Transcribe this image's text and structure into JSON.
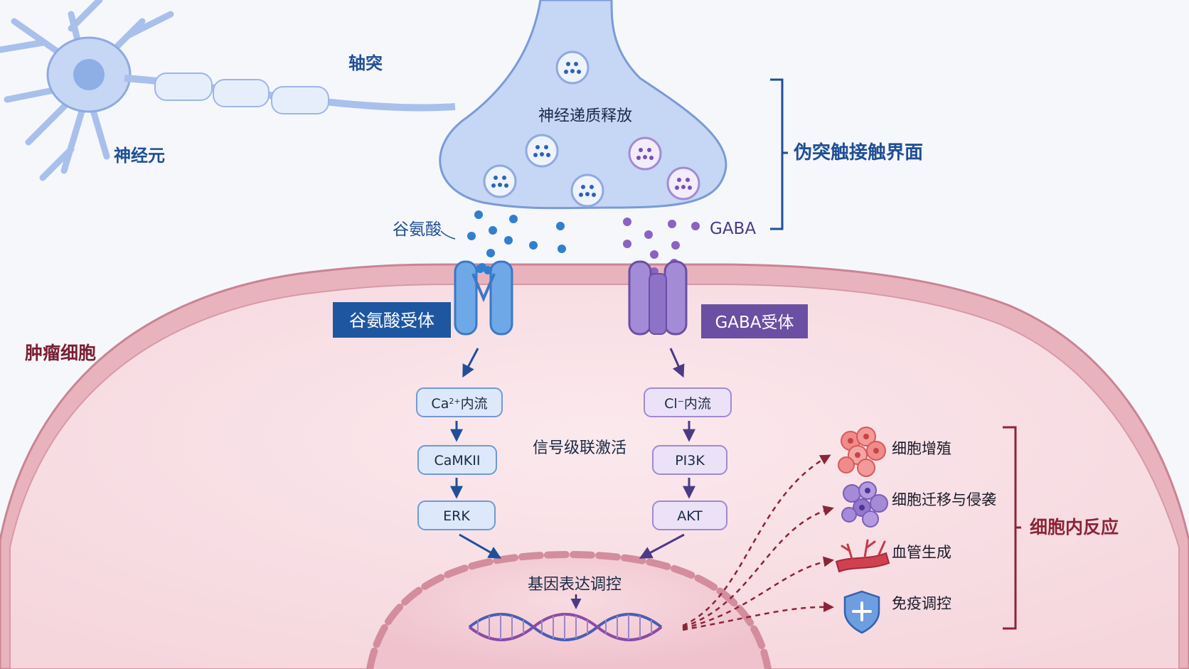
{
  "labels": {
    "neuron": "神经元",
    "axon": "轴突",
    "release": "神经递质释放",
    "pseudo_synapse": "伪突触接触界面",
    "glutamate": "谷氨酸",
    "gaba": "GABA",
    "tumor_cell": "肿瘤细胞",
    "signal_cascade": "信号级联激活",
    "gene_regulation": "基因表达调控",
    "intracellular_response": "细胞内反应"
  },
  "receptors": {
    "glutamate": "谷氨酸受体",
    "gaba": "GABA受体"
  },
  "pathway_glutamate": {
    "ca_base": "Ca",
    "ca_sup": "2+",
    "ca_suffix": "内流",
    "step2": "CaMKII",
    "step3": "ERK"
  },
  "pathway_gaba": {
    "cl_base": "Cl",
    "cl_sup": "−",
    "cl_suffix": "内流",
    "step2": "PI3K",
    "step3": "AKT"
  },
  "responses": [
    "细胞增殖",
    "细胞迁移与侵袭",
    "血管生成",
    "免疫调控"
  ],
  "icons": [
    "proliferation-cells-icon",
    "migration-cells-icon",
    "angiogenesis-vessel-icon",
    "immune-shield-icon"
  ],
  "colors": {
    "neuron_fill": "#c9d8f5",
    "neuron_stroke": "#7a9bd6",
    "glutamate_blue": "#1f5fae",
    "gaba_purple": "#6b4fa3",
    "tumor_fill": "#f7dfe4",
    "tumor_membrane": "#e3a9b4",
    "response_red": "#8c2438"
  }
}
